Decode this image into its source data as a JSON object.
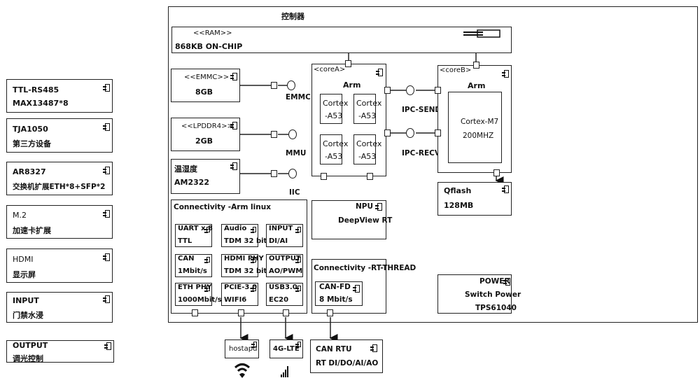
{
  "controller": {
    "title": "控制器",
    "ram": {
      "stereotype": "<<RAM>>",
      "value": "868KB ON-CHIP"
    },
    "emmc": {
      "stereotype": "<<EMMC>>",
      "value": "8GB",
      "interface": "EMMC"
    },
    "lpddr4": {
      "stereotype": "<<LPDDR4>>",
      "value": "2GB",
      "interface": "MMU"
    },
    "sensor": {
      "name": "温湿度",
      "value": "AM2322",
      "interface": "IIC"
    },
    "coreA": {
      "label": "<coreA>",
      "arch": "Arm",
      "cores": [
        {
          "line1": "Cortex",
          "line2": "-A53"
        },
        {
          "line1": "Cortex",
          "line2": "-A53"
        },
        {
          "line1": "Cortex",
          "line2": "-A53"
        },
        {
          "line1": "Cortex",
          "line2": "-A53"
        }
      ]
    },
    "ipc": {
      "send": "IPC-SEND",
      "recv": "IPC-RECV"
    },
    "coreB": {
      "label": "<coreB>",
      "arch": "Arm",
      "core_line1": "Cortex-M7",
      "core_line2": "200MHZ"
    },
    "qflash": {
      "name": "Qflash",
      "value": "128MB"
    },
    "npu": {
      "name": "NPU",
      "value": "DeepView RT"
    },
    "power": {
      "name": "POWER",
      "line1": "Switch Power",
      "line2": "TPS61040"
    },
    "conn_linux": {
      "title": "Connectivity -Arm linux",
      "items": [
        {
          "name": "UART x 8",
          "value": "TTL"
        },
        {
          "name": "Audio",
          "value": "TDM 32 bit"
        },
        {
          "name": "INPUT",
          "value": "DI/AI"
        },
        {
          "name": "CAN",
          "value": "1Mbit/s"
        },
        {
          "name": "HDMI PHY",
          "value": "TDM 32 bit"
        },
        {
          "name": "OUTPUT",
          "value": "AO/PWM"
        },
        {
          "name": "ETH PHY",
          "value": "1000Mbit/s"
        },
        {
          "name": "PCIE-3.0",
          "value": "WIFI6"
        },
        {
          "name": "USB3.0",
          "value": "EC20"
        }
      ]
    },
    "conn_rt": {
      "title": "Connectivity -RT-THREAD",
      "item": {
        "name": "CAN-FD",
        "value": "8 Mbit/s"
      }
    }
  },
  "external": {
    "hostapd": "hostapd",
    "lte": "4G-LTE",
    "can_rtu": {
      "name": "CAN RTU",
      "value": "RT DI/DO/AI/AO"
    }
  },
  "left_modules": [
    {
      "name": "TTL-RS485",
      "value": "MAX13487*8"
    },
    {
      "name": "TJA1050",
      "value": "第三方设备"
    },
    {
      "name": "AR8327",
      "value": "交换机扩展ETH*8+SFP*2"
    },
    {
      "name": "M.2",
      "value": "加速卡扩展"
    },
    {
      "name": "HDMI",
      "value": "显示屏"
    },
    {
      "name": "INPUT",
      "value": "门禁水浸"
    },
    {
      "name": "OUTPUT",
      "value": "调光控制"
    }
  ]
}
